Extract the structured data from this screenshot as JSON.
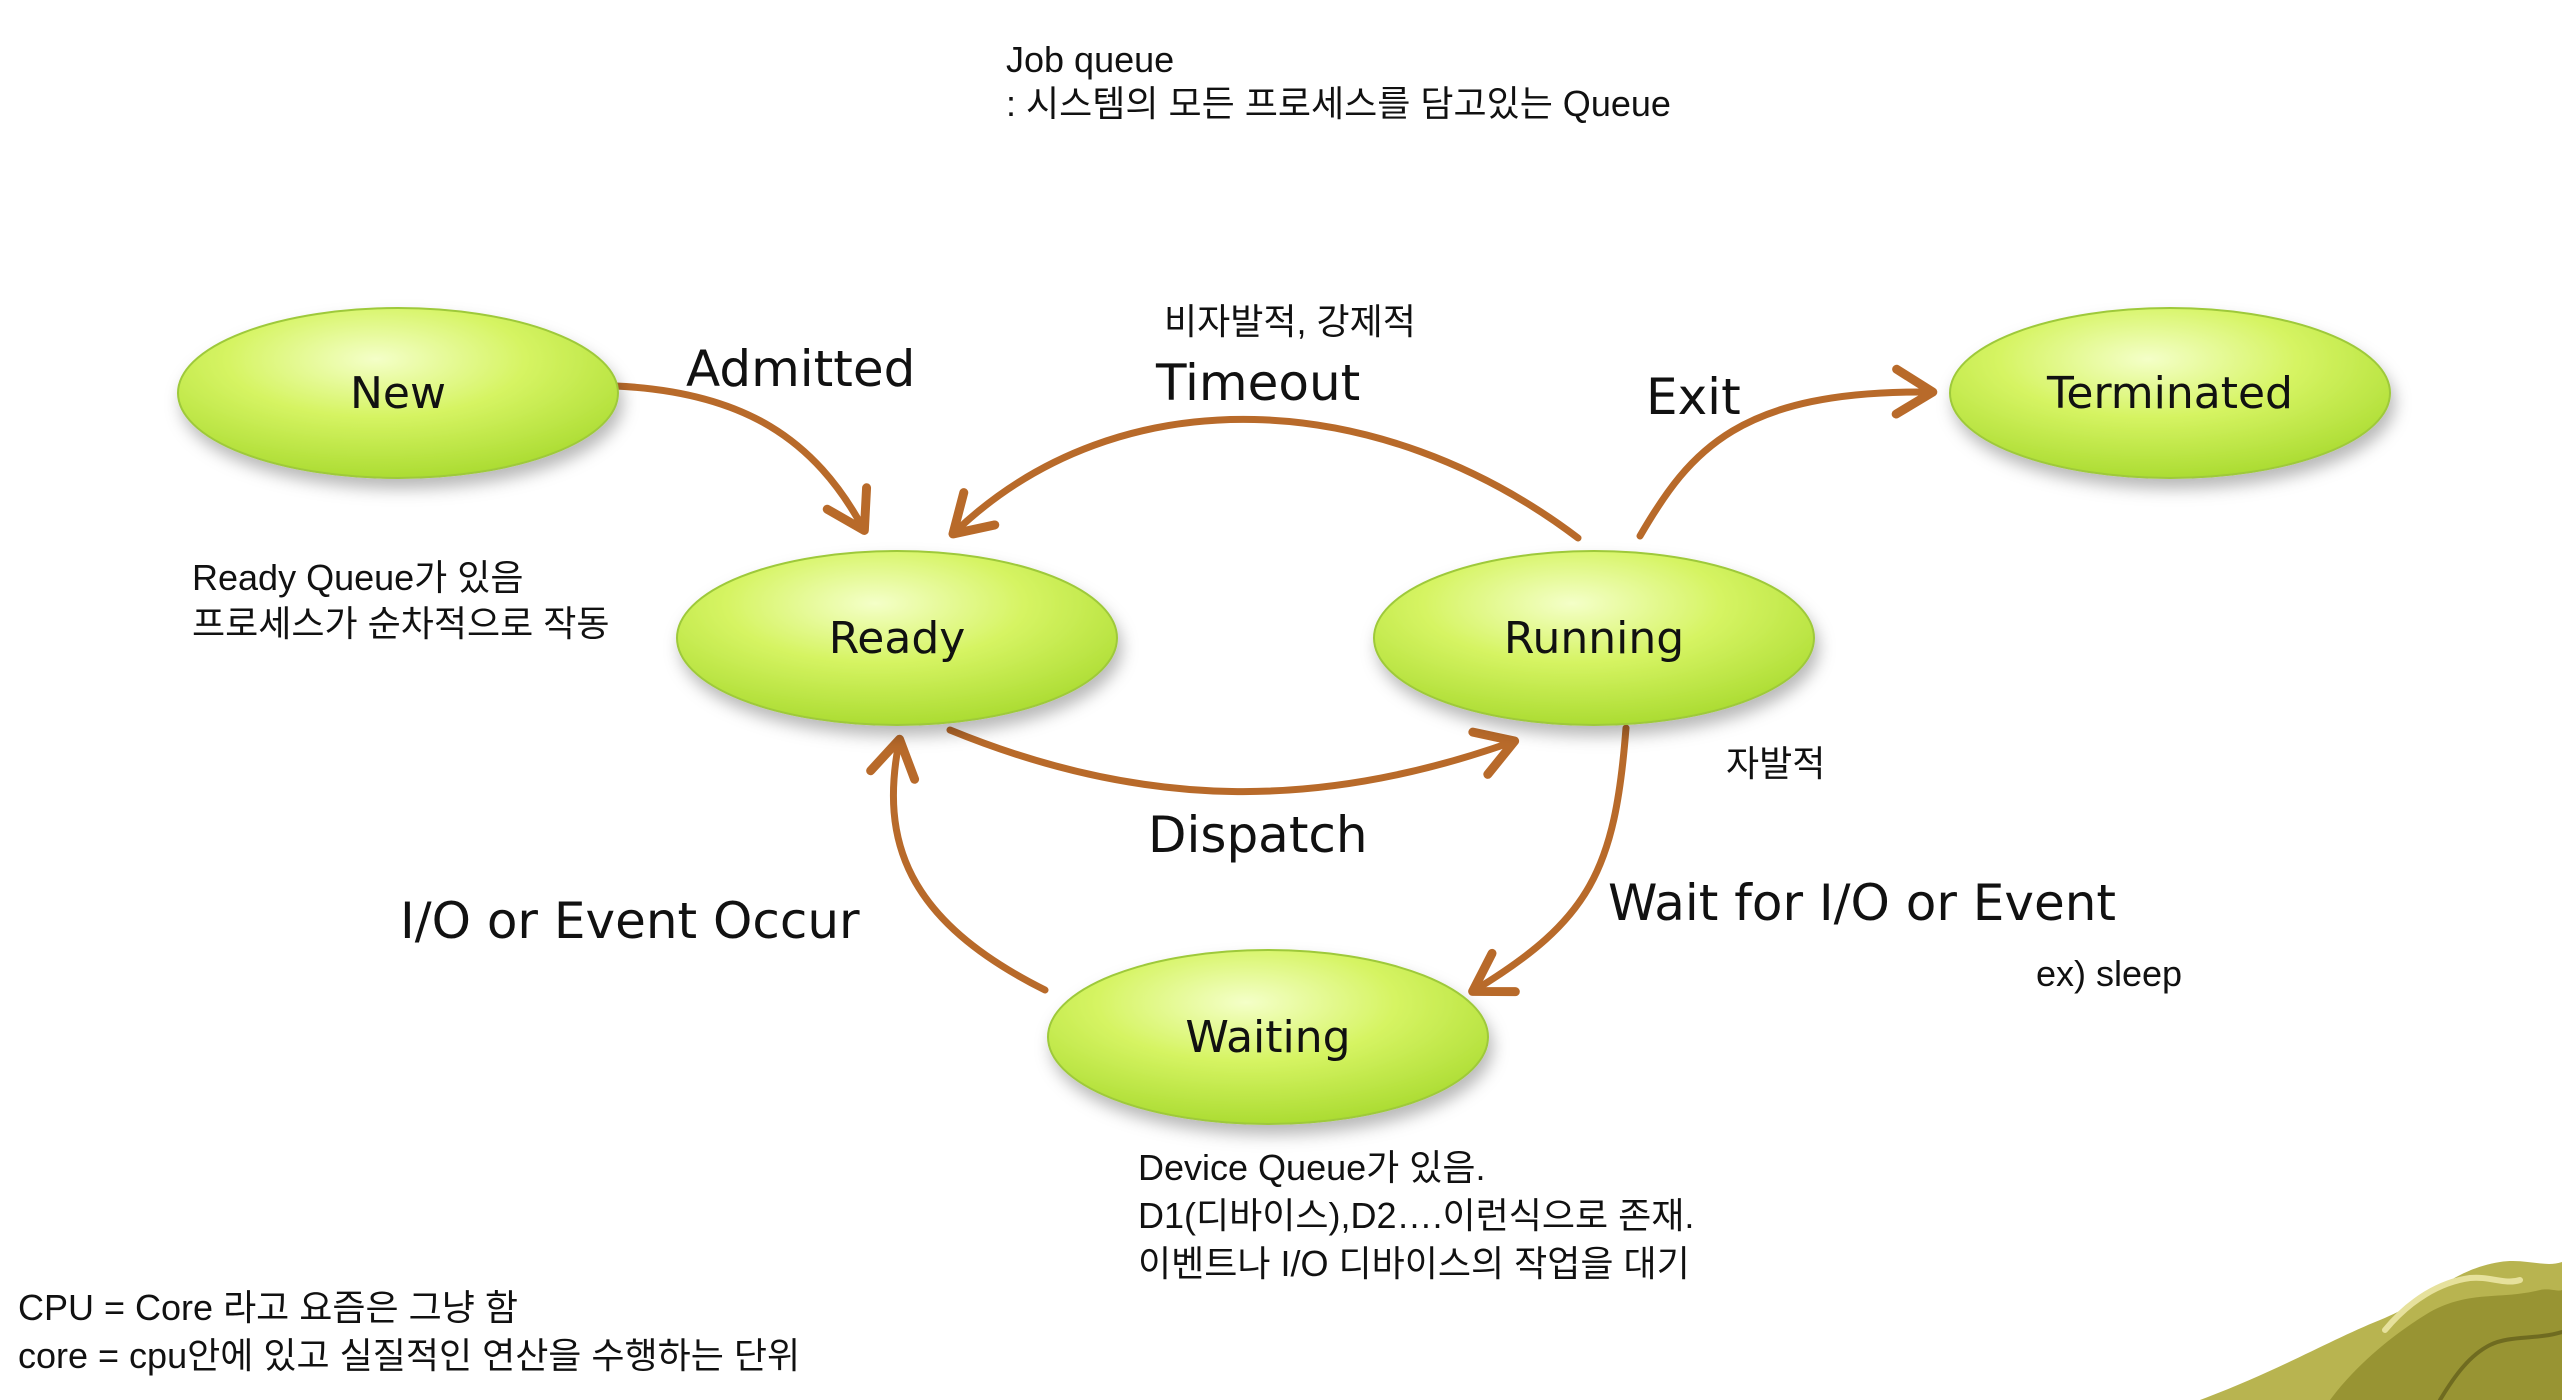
{
  "notes": {
    "job_queue_title": "Job queue",
    "job_queue_desc": ": 시스템의 모든 프로세스를 담고있는 Queue",
    "ready_queue_line1": "Ready Queue가 있음",
    "ready_queue_line2": "프로세스가 순차적으로 작동",
    "timeout_note": "비자발적, 강제적",
    "wait_note": "자발적",
    "sleep_example": "ex) sleep",
    "device_queue_line1": "Device Queue가 있음.",
    "device_queue_line2": "D1(디바이스),D2….이런식으로 존재.",
    "device_queue_line3": "이벤트나 I/O 디바이스의 작업을 대기",
    "cpu_line1": "CPU = Core 라고 요즘은 그냥 함",
    "cpu_line2": "core = cpu안에 있고 실질적인 연산을 수행하는 단위"
  },
  "states": {
    "new": "New",
    "ready": "Ready",
    "running": "Running",
    "waiting": "Waiting",
    "terminated": "Terminated"
  },
  "transitions": {
    "admitted": "Admitted",
    "timeout": "Timeout",
    "exit": "Exit",
    "dispatch": "Dispatch",
    "io_event_occur": "I/O or Event Occur",
    "wait_io_event": "Wait for I/O or Event"
  },
  "colors": {
    "state_fill_light": "#f4ffc8",
    "state_fill": "#c9f04c",
    "state_fill_dark": "#a6d92c",
    "arrow": "#b86a2a"
  }
}
